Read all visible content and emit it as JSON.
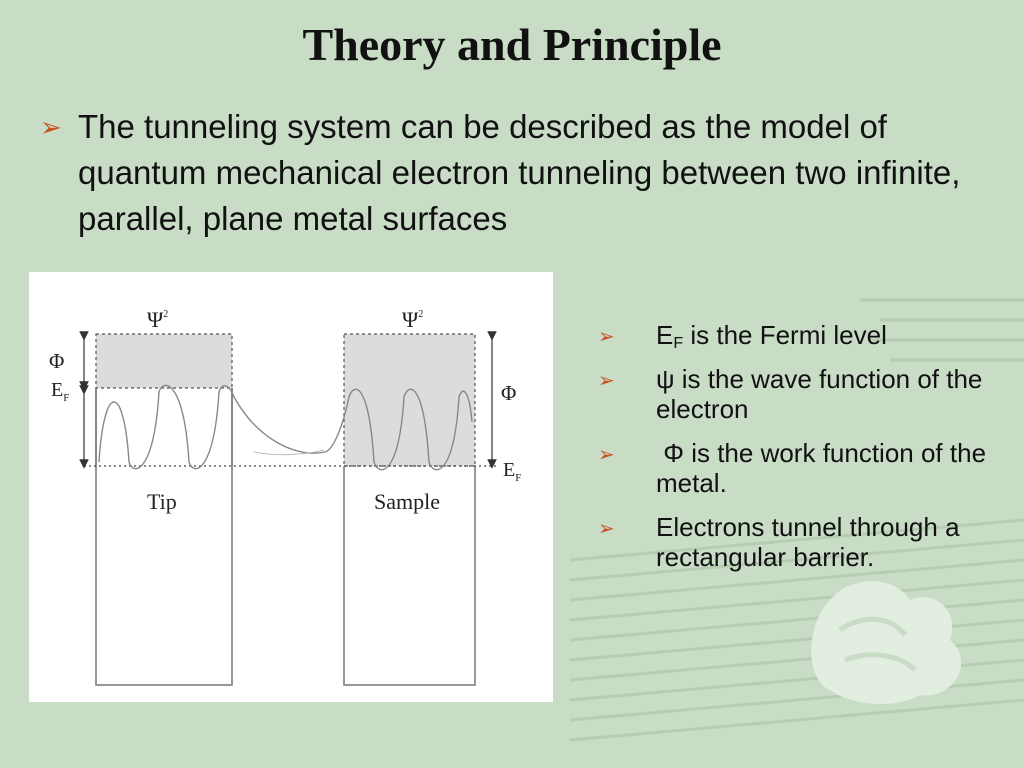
{
  "slide": {
    "title": "Theory and Principle",
    "main_bullet": "The tunneling system can be described as the model of quantum mechanical electron tunneling between two infinite, parallel, plane metal surfaces"
  },
  "diagram": {
    "tip_label": "Tip",
    "sample_label": "Sample",
    "psi_tip": "Ψ",
    "psi_tip_sup": "2",
    "psi_sample": "Ψ",
    "psi_sample_sup": "2",
    "phi_tip": "Φ",
    "phi_sample": "Φ",
    "ef_tip": "E",
    "ef_tip_sub": "F",
    "ef_sample": "E",
    "ef_sample_sub": "F"
  },
  "side_bullets": {
    "b1_main": "E",
    "b1_sub": "F",
    "b1_rest": " is the Fermi level",
    "b2": "ψ is the wave function of the electron",
    "b3": " Φ is the work function of the metal.",
    "b4": "Electrons tunnel through a rectangular barrier."
  },
  "colors": {
    "background": "#c9dcc6",
    "bullet_arrow": "#c8501e",
    "shaded_band": "#dcdcdc"
  }
}
